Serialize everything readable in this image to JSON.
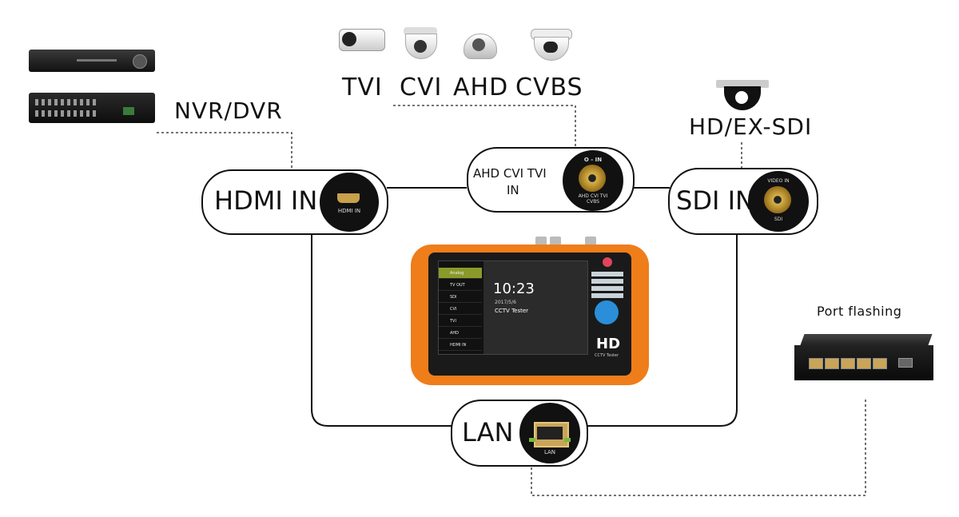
{
  "labels": {
    "nvr": "NVR/DVR",
    "cameras": [
      "TVI",
      "CVI",
      "AHD",
      "CVBS"
    ],
    "sdi_camera": "HD/EX-SDI",
    "port_flashing": "Port flashing"
  },
  "ports": {
    "hdmi": {
      "title": "HDMI IN",
      "jack_label": "HDMI IN"
    },
    "analog": {
      "title_line1": "AHD CVI TVI",
      "title_line2": "IN",
      "jack_top": "O - IN",
      "jack_bottom1": "AHD CVI TVI",
      "jack_bottom2": "CVBS"
    },
    "sdi": {
      "title": "SDI IN",
      "jack_top": "VIDEO IN",
      "jack_bottom": "SDI"
    },
    "lan": {
      "title": "LAN",
      "jack_label": "LAN"
    }
  },
  "tester": {
    "menu": [
      "Analog",
      "TV OUT",
      "SDI",
      "CVI",
      "TVI",
      "AHD",
      "HDMI IN"
    ],
    "time": "10:23",
    "date": "2017/5/6",
    "app_name": "CCTV Tester",
    "badge": "HD",
    "badge_sub": "CCTV Tester"
  },
  "colors": {
    "orange": "#ef7d1a",
    "accent_green": "#8a9a2a",
    "screen": "#2b2b2b"
  }
}
